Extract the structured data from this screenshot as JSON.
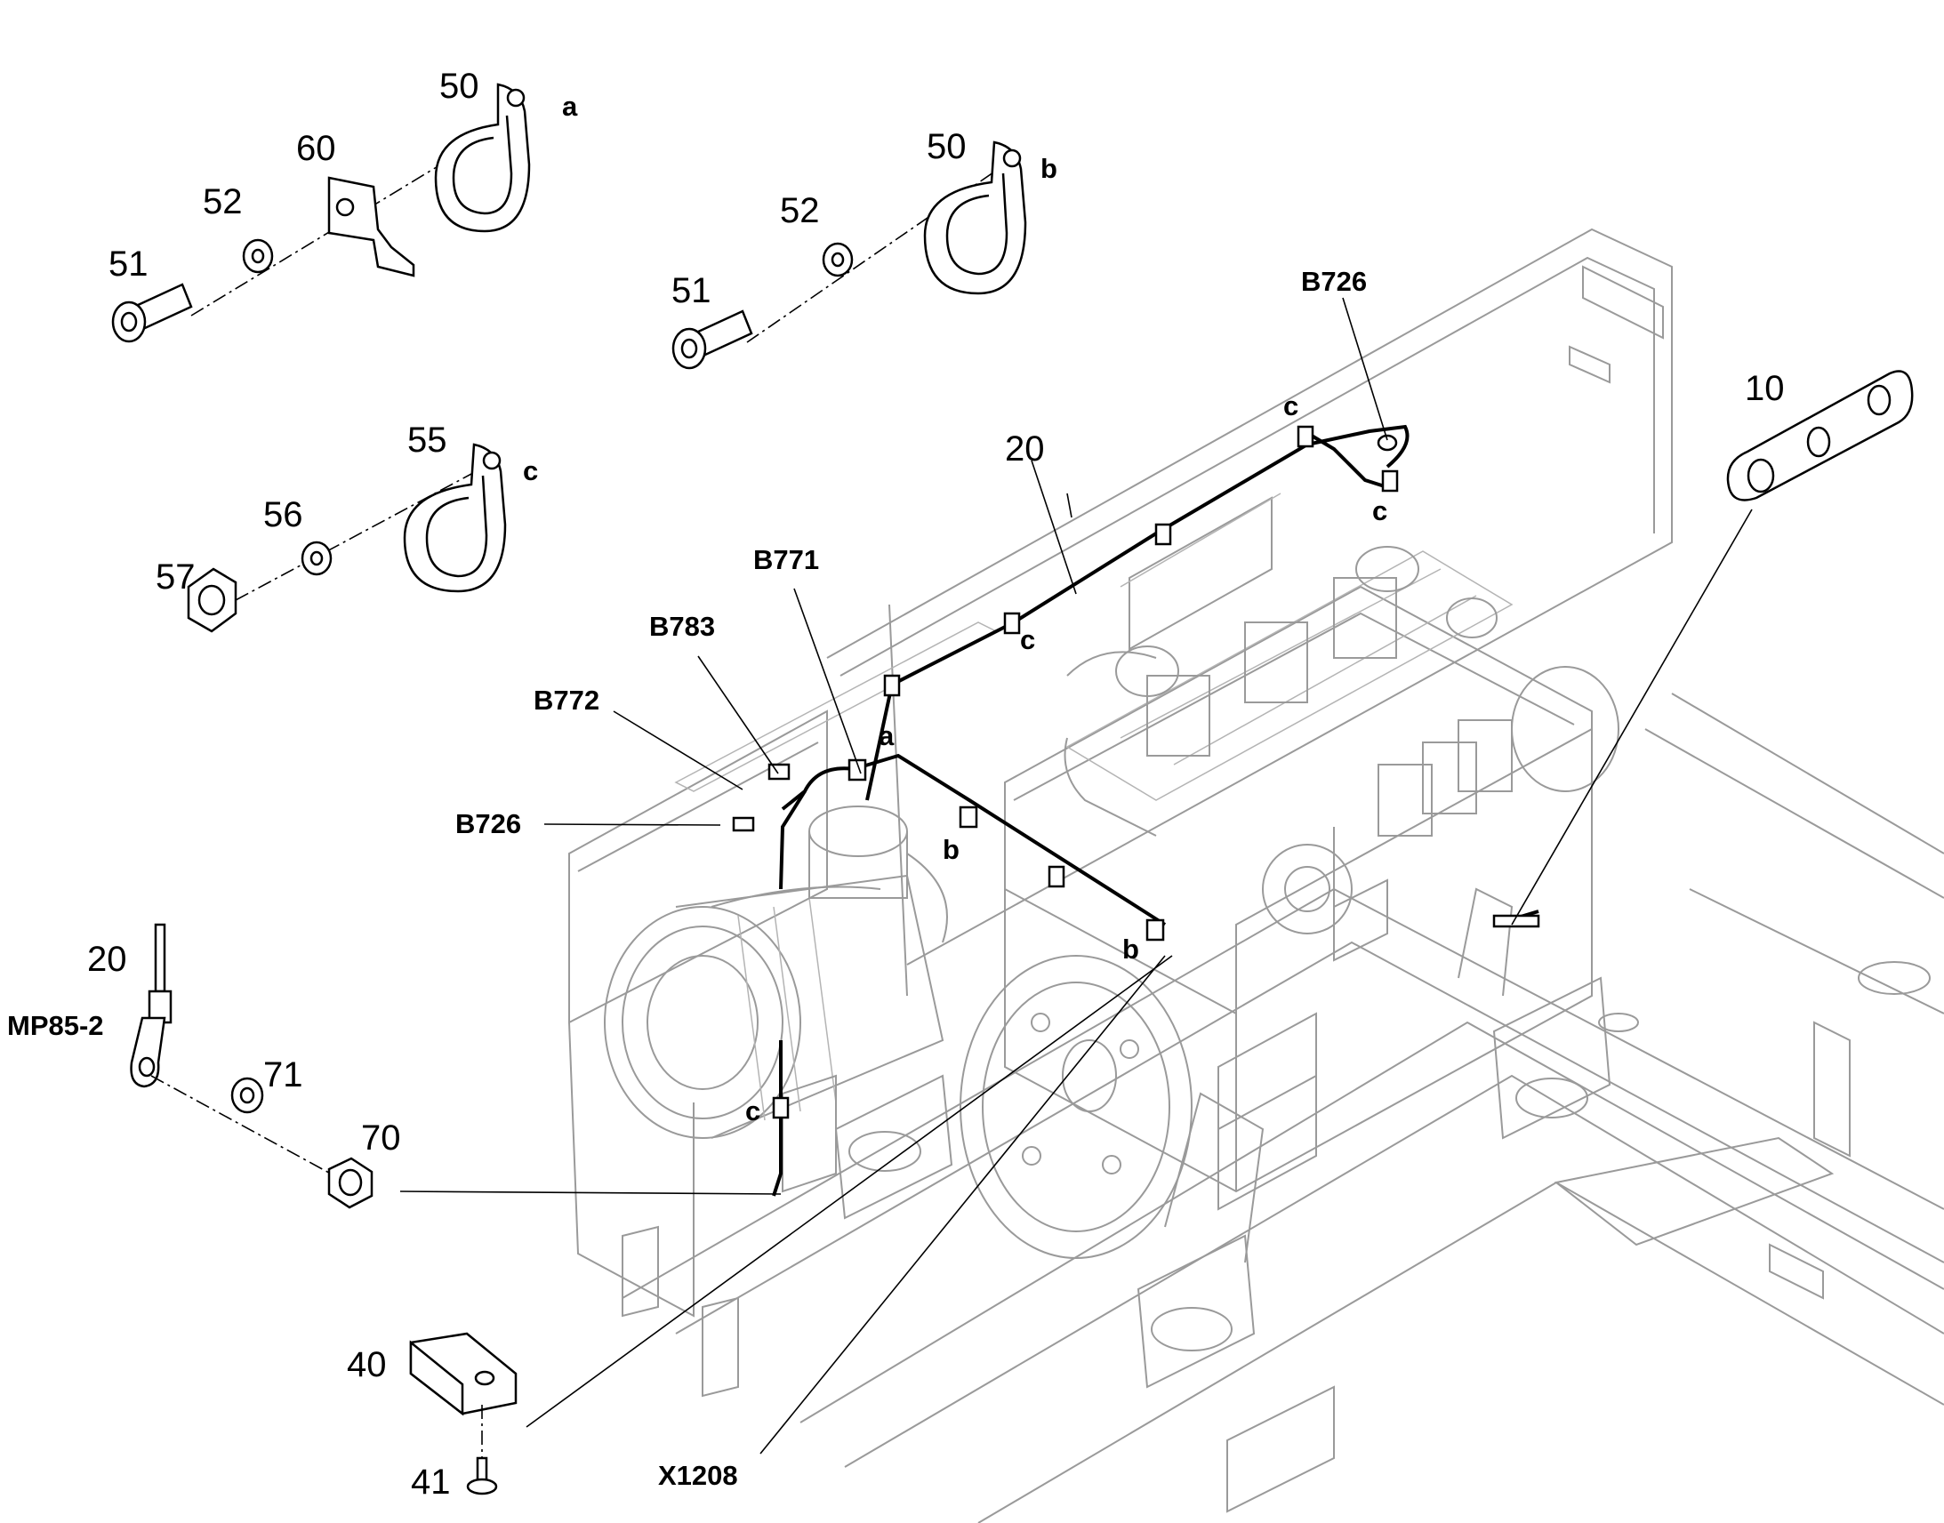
{
  "callouts": {
    "c50a": "50",
    "c60": "60",
    "c52a": "52",
    "c51a": "51",
    "c50b": "50",
    "c52b": "52",
    "c51b": "51",
    "c55": "55",
    "c56": "56",
    "c57": "57",
    "c20_harness": "20",
    "c10": "10",
    "c20_lead": "20",
    "c71": "71",
    "c70": "70",
    "c40": "40",
    "c41": "41"
  },
  "connectors": {
    "b726_top": "B726",
    "b771": "B771",
    "b783": "B783",
    "b772": "B772",
    "b726_left": "B726",
    "mp85_2": "MP85-2",
    "x1208": "X1208"
  },
  "clip_letters": {
    "a_top": "a",
    "b_top": "b",
    "c_top": "c",
    "c_panel_1": "c",
    "c_panel_2": "c",
    "c_panel_3": "c",
    "a_harness": "a",
    "b_harness_1": "b",
    "b_harness_2": "b",
    "c_lower": "c"
  }
}
